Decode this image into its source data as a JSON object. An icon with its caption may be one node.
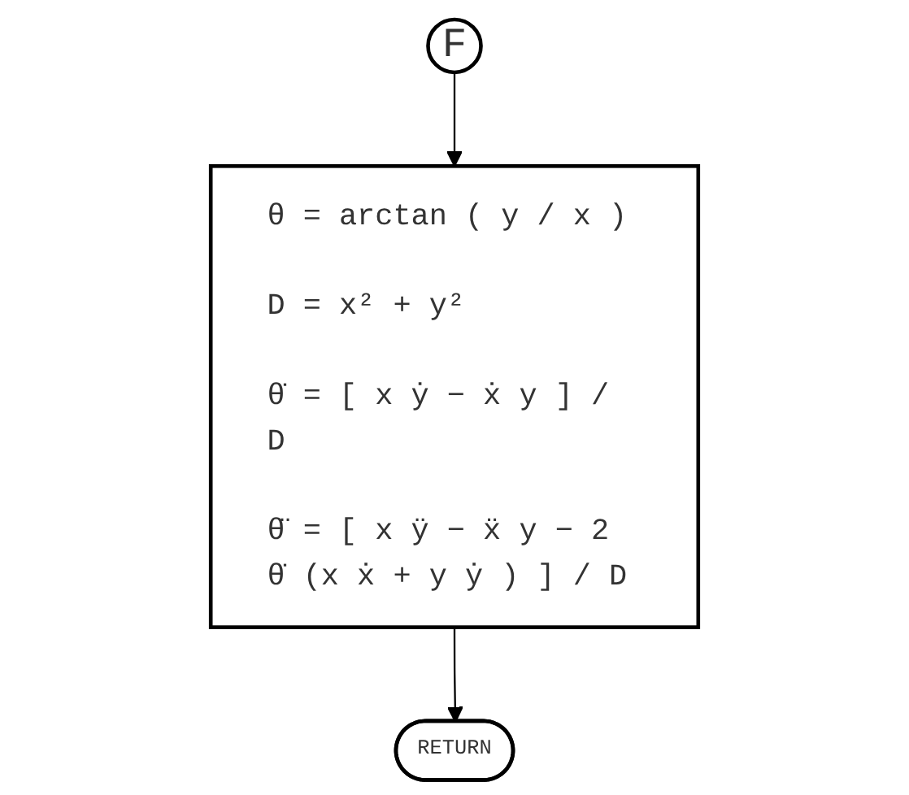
{
  "diagram": {
    "nodes": [
      {
        "text": [
          "F"
        ]
      },
      {
        "text": [
          "θ = arctan ( y / x )",
          "D = x² + y²",
          "θ̇ = [ x ẏ − ẋ y ] / D",
          "θ̈ = [ x ÿ − ẍ y − 2 θ̇ (x ẋ + y ẏ ) ] / D"
        ]
      },
      {
        "text": [
          "RETURN"
        ]
      }
    ],
    "edges": [
      {
        "from": 0,
        "to": 1,
        "arrow": "to"
      },
      {
        "from": 1,
        "to": 2,
        "arrow": "to"
      }
    ]
  }
}
